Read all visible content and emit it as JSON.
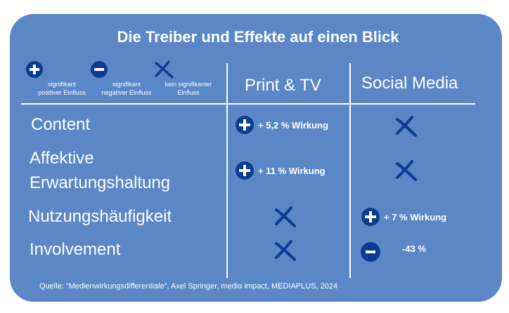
{
  "title": "Die Treiber und Effekte auf einen Blick",
  "legend": {
    "positive": {
      "icon": "plus-circle-icon",
      "line1": "signifikant",
      "line2": "positiver Einfluss"
    },
    "negative": {
      "icon": "minus-circle-icon",
      "line1": "signifikant",
      "line2": "negativer Einfluss"
    },
    "none": {
      "icon": "x-mark-icon",
      "line1": "kein signifikanter",
      "line2": "Einfluss"
    }
  },
  "columns": {
    "print_tv": "Print & TV",
    "social_media": "Social Media"
  },
  "rows": {
    "content": {
      "label": "Content",
      "print_tv": "+ 5,2 % Wirkung"
    },
    "affective": {
      "label_line1": "Affektive",
      "label_line2": "Erwartungshaltung",
      "print_tv": "+ 11 % Wirkung"
    },
    "usage": {
      "label": "Nutzungshäufigkeit",
      "social_media": "+ 7 % Wirkung"
    },
    "involvement": {
      "label": "Involvement",
      "social_media": "-43 %"
    }
  },
  "source": "Quelle: “Medienwirkungsdifferentiale”, Axel Springer, media impact, MEDIAPLUS, 2024",
  "colors": {
    "background": "#5b87c7",
    "icon_circle": "#0a3d91",
    "x_mark": "#0a3d91",
    "text": "#ffffff"
  }
}
